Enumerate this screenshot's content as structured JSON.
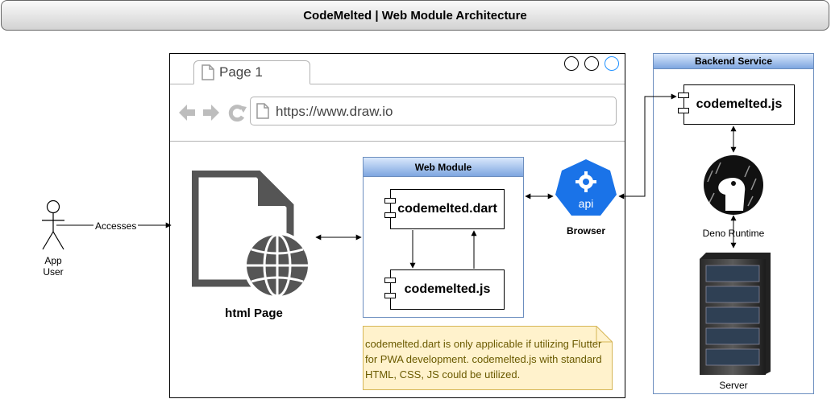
{
  "title": "CodeMelted | Web Module Architecture",
  "browser": {
    "tab_label": "Page 1",
    "url": "https://www.draw.io"
  },
  "actor": {
    "label_line1": "App",
    "label_line2": "User"
  },
  "edges": {
    "accesses": "Accesses"
  },
  "html_page": {
    "label": "html Page"
  },
  "web_module": {
    "header": "Web Module",
    "component_dart": "codemelted.dart",
    "component_js": "codemelted.js"
  },
  "browser_api": {
    "label": "Browser",
    "icon_text": "api",
    "color": "#1a73e8"
  },
  "backend": {
    "header": "Backend Service",
    "component_js": "codemelted.js",
    "deno_label": "Deno Runtime",
    "server_label": "Server"
  },
  "note": {
    "text": "codemelted.dart is only applicable if utilizing Flutter for PWA development. codemelted.js with standard HTML, CSS, JS could be utilized.",
    "fill": "#fff2cc",
    "stroke": "#d6b656"
  },
  "colors": {
    "container_stroke": "#6c8ebf",
    "header_fill": "#dae8fc"
  }
}
